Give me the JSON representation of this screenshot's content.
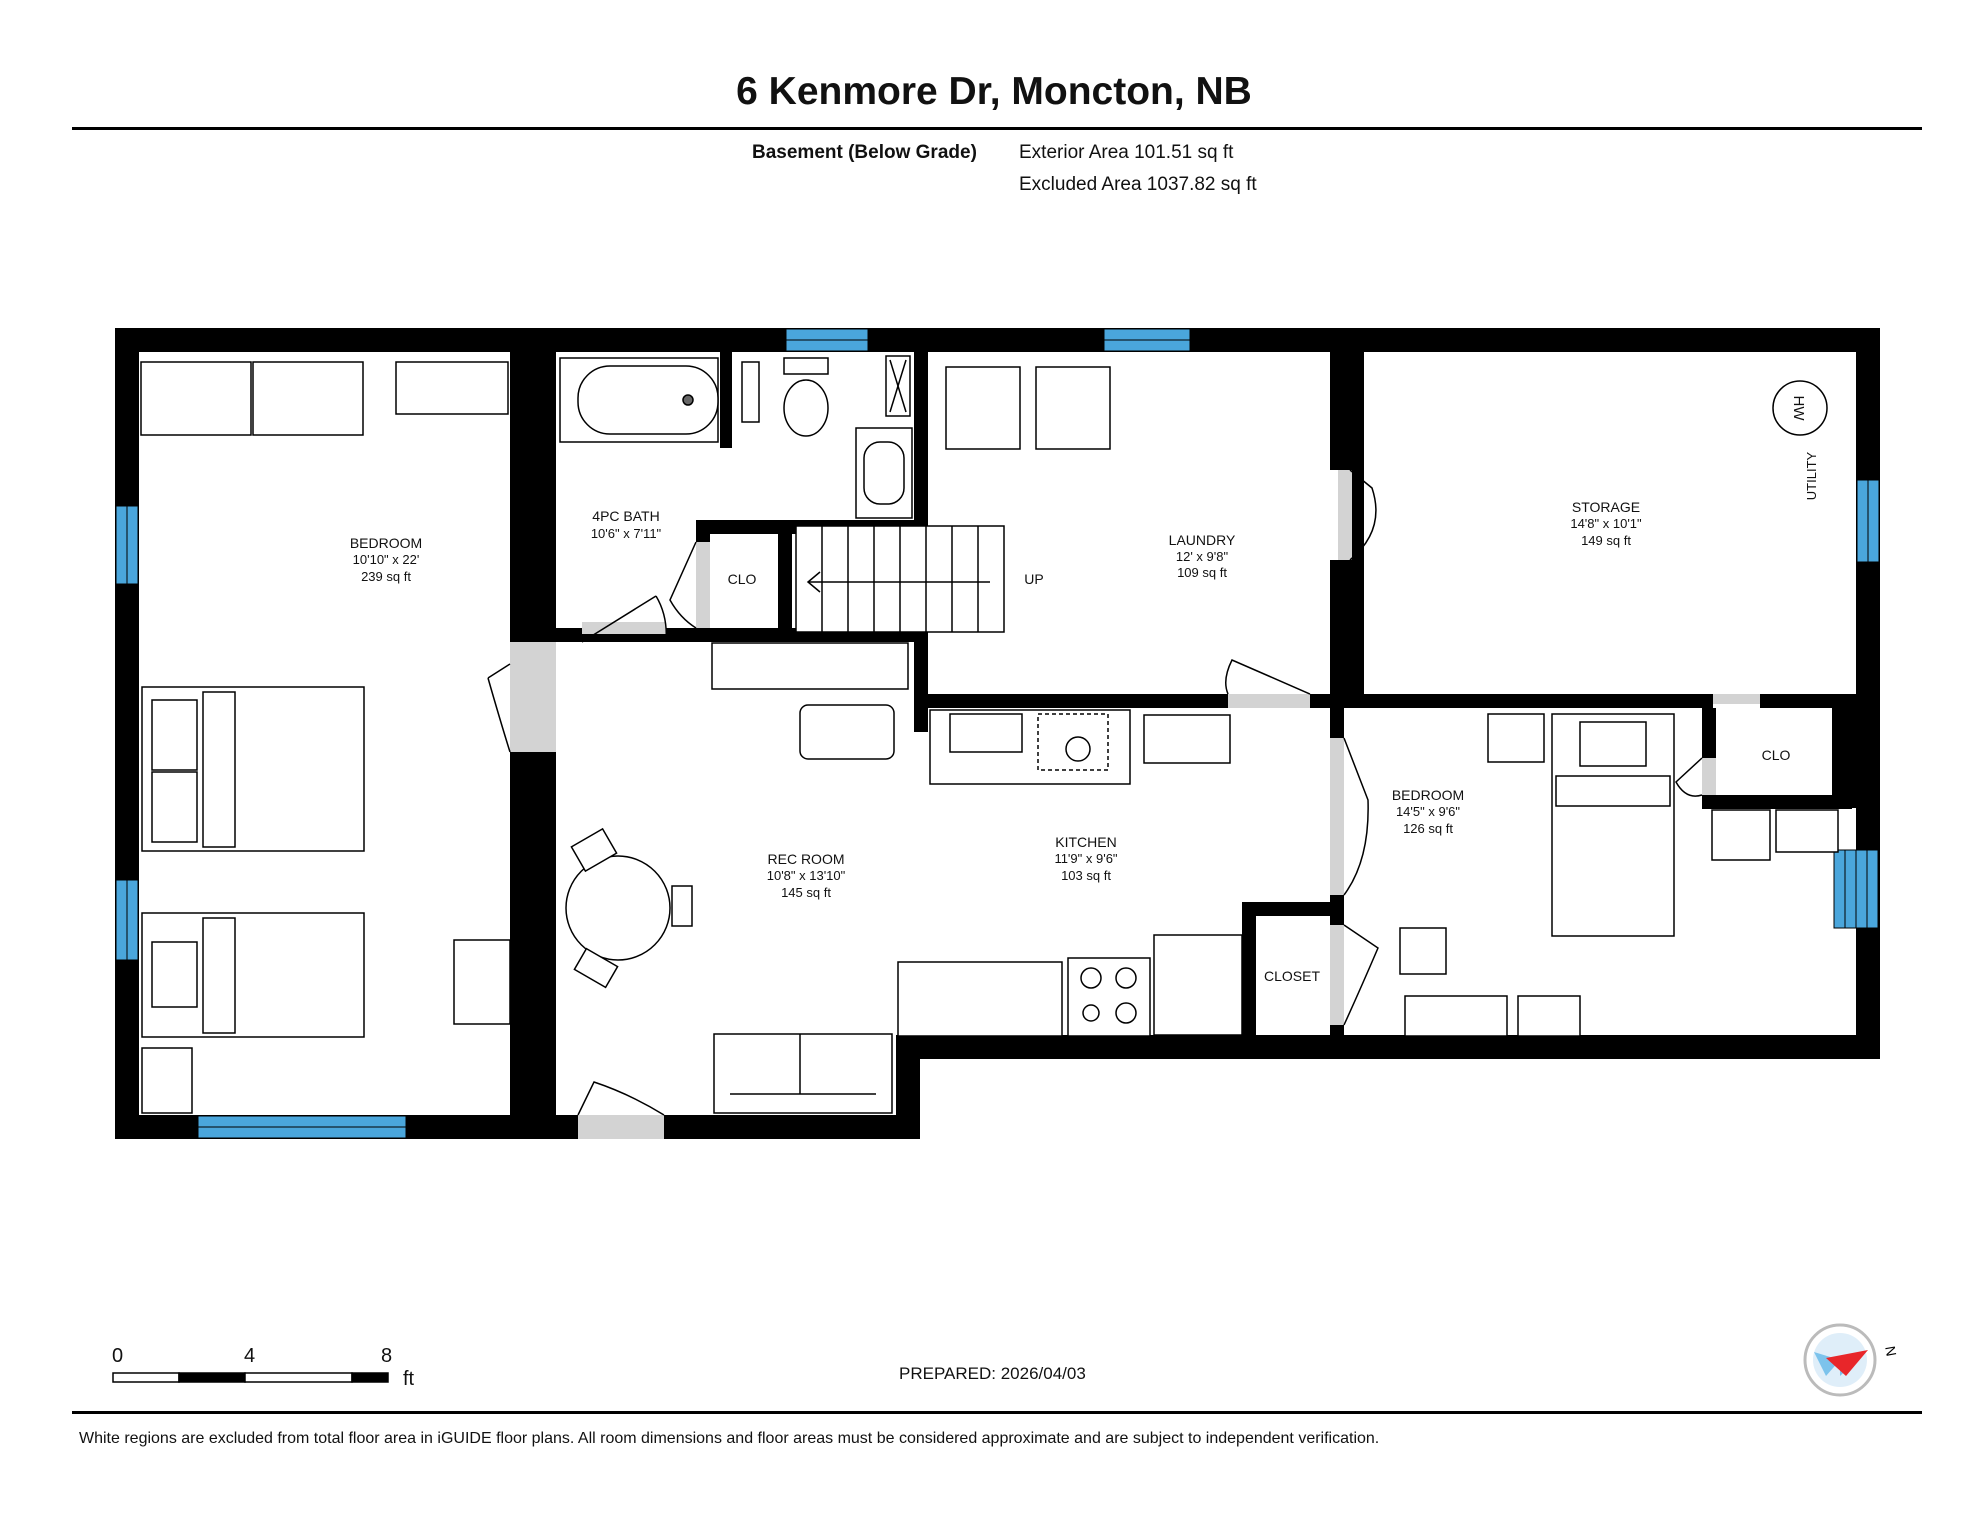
{
  "header": {
    "address": "6 Kenmore Dr, Moncton, NB",
    "floor_name": "Basement (Below Grade)",
    "exterior_area": "Exterior Area 101.51 sq ft",
    "excluded_area": "Excluded Area 1037.82 sq ft"
  },
  "rooms": {
    "bedroom_west": {
      "name": "BEDROOM",
      "dims": "10'10\" x 22'",
      "area": "239 sq ft"
    },
    "bath": {
      "name": "4PC BATH",
      "dims": "10'6\" x 7'11\""
    },
    "laundry": {
      "name": "LAUNDRY",
      "dims": "12' x 9'8\"",
      "area": "109 sq ft"
    },
    "storage": {
      "name": "STORAGE",
      "dims": "14'8\" x 10'1\"",
      "area": "149 sq ft"
    },
    "rec_room": {
      "name": "REC ROOM",
      "dims": "10'8\" x 13'10\"",
      "area": "145 sq ft"
    },
    "kitchen": {
      "name": "KITCHEN",
      "dims": "11'9\" x 9'6\"",
      "area": "103 sq ft"
    },
    "bedroom_east": {
      "name": "BEDROOM",
      "dims": "14'5\" x 9'6\"",
      "area": "126 sq ft"
    }
  },
  "labels": {
    "clo_stair": "CLO",
    "clo_east": "CLO",
    "closet": "CLOSET",
    "up": "UP",
    "utility": "UTILITY",
    "hw": "HW"
  },
  "scale": {
    "ticks": [
      "0",
      "4",
      "8"
    ],
    "unit": "ft"
  },
  "compass": {
    "north": "N"
  },
  "prepared": "PREPARED: 2026/04/03",
  "footer": "White regions are excluded from total floor area in iGUIDE floor plans. All room dimensions and floor areas must be considered approximate and are subject to independent verification.",
  "colors": {
    "wall": "#000000",
    "window": "#4aa6dc",
    "door_swing": "#d3d3d3",
    "compass_red": "#e8262a",
    "compass_blue": "#7cc3ec"
  }
}
